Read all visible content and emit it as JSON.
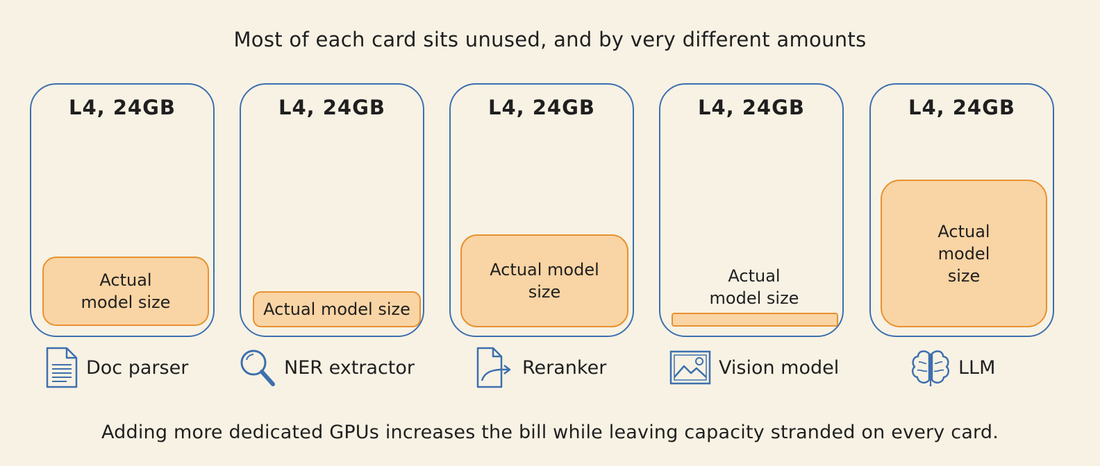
{
  "title": "Most of each card sits unused, and by very different amounts",
  "footer": "Adding more dedicated GPUs increases the bill while leaving capacity stranded on every card.",
  "colors": {
    "background": "#f7f2e4",
    "card_border": "#3d6fae",
    "model_fill": "#f9d4a4",
    "model_border": "#e8912f",
    "icon": "#3d6fae"
  },
  "cards": [
    {
      "gpu": "L4, 24GB",
      "model_label": "Actual model size",
      "workload": "Doc parser",
      "icon": "document-icon",
      "model_fill_fraction": 0.28
    },
    {
      "gpu": "L4, 24GB",
      "model_label": "Actual model size",
      "workload": "NER extractor",
      "icon": "magnifier-icon",
      "model_fill_fraction": 0.14
    },
    {
      "gpu": "L4, 24GB",
      "model_label": "Actual model size",
      "workload": "Reranker",
      "icon": "rerank-icon",
      "model_fill_fraction": 0.38
    },
    {
      "gpu": "L4, 24GB",
      "model_label": "Actual model size",
      "workload": "Vision model",
      "icon": "image-icon",
      "model_fill_fraction": 0.06
    },
    {
      "gpu": "L4, 24GB",
      "model_label": "Actual model size",
      "workload": "LLM",
      "icon": "brain-icon",
      "model_fill_fraction": 0.6
    }
  ]
}
